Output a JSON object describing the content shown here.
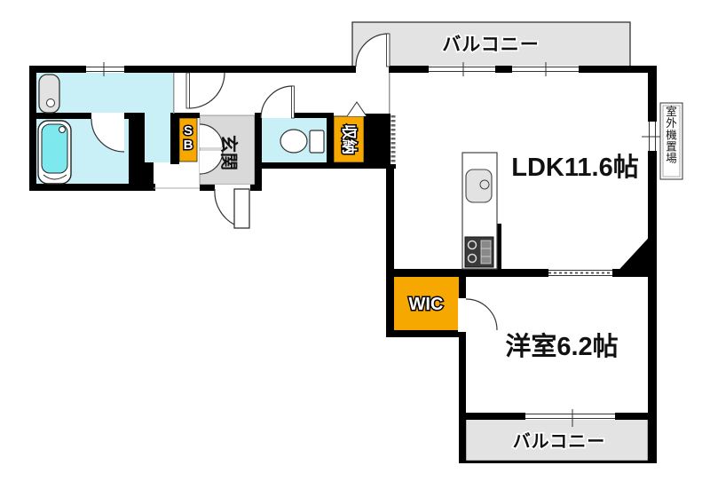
{
  "floor_plan": {
    "labels": {
      "balcony_top": "バルコニー",
      "ldk": "LDK11.6帖",
      "western_room": "洋室6.2帖",
      "balcony_bottom": "バルコニー",
      "wic": "WIC",
      "entrance": "玄関",
      "storage": "収納",
      "shoe_box": "SB",
      "outdoor_unit": "室外機置場"
    },
    "colors": {
      "wall": "#000000",
      "room_cyan": "#c9f0f7",
      "tub_cyan": "#7de9ee",
      "accent_orange": "#f6a800",
      "entrance_gray": "#d9d9d9",
      "balcony_gray": "#e3e3e3",
      "fixture_gray": "#e2e2e2",
      "line_dark": "#222222"
    }
  }
}
